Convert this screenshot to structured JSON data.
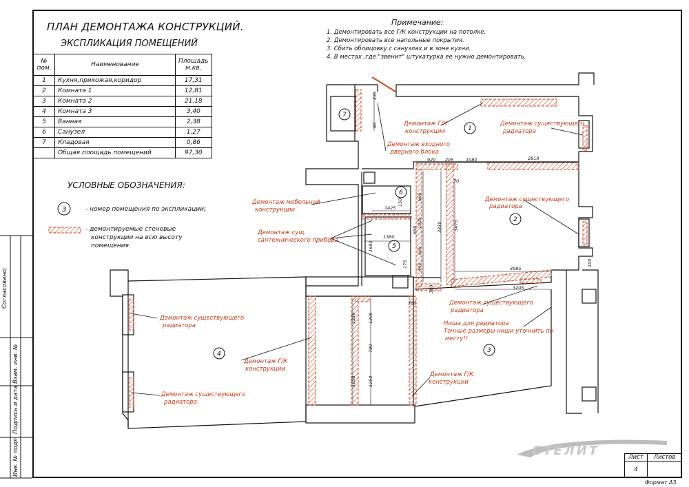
{
  "title": "ПЛАН ДЕМОНТАЖА КОНСТРУКЦИЙ.",
  "explication": {
    "title": "ЭКСПЛИКАЦИЯ ПОМЕЩЕНИЙ",
    "col_no": "№ пом.",
    "col_name": "Наименование",
    "col_area": "Площадь м.кв.",
    "rows": [
      {
        "no": "1",
        "name": "Кухня,прихожая,коридор",
        "area": "17,31"
      },
      {
        "no": "2",
        "name": "Комната 1",
        "area": "12,81"
      },
      {
        "no": "3",
        "name": "Комната 2",
        "area": "21,18"
      },
      {
        "no": "4",
        "name": "Комната 3",
        "area": "3,40"
      },
      {
        "no": "5",
        "name": "Ванная",
        "area": "2,38"
      },
      {
        "no": "6",
        "name": "Санузел",
        "area": "1,27"
      },
      {
        "no": "7",
        "name": "Кладовая",
        "area": "0,86"
      }
    ],
    "total_label": "Общая площадь помещений",
    "total_value": "97,30"
  },
  "legend": {
    "title": "УСЛОВНЫЕ ОБОЗНАЧЕНИЯ:",
    "room_symbol": "3",
    "room_text": "- номер помещения по экспликации;",
    "wall_text_1": "- демонтируемые  стеновые",
    "wall_text_2": "конструкции на всю высоту",
    "wall_text_3": "помещения."
  },
  "notes": {
    "title": "Примечание:",
    "items": [
      "1. Демонтировать все Г/К конструкции на потолке.",
      "2. Демонтировать все напольные покрытия.",
      "3. Сбить облицовку с санузлах и в зоне кухни.",
      "4. В местах ,где \"звенит\" штукатурка ее нужно демонтировать."
    ]
  },
  "plan": {
    "rooms": [
      "1",
      "2",
      "3",
      "4",
      "5",
      "6",
      "7"
    ],
    "labels": {
      "gk1": "Демонтаж Г/К",
      "gk2": "конструкции",
      "door1": "Демонтаж входного",
      "door2": "дверного блока",
      "rad1": "Демонтаж существующего",
      "rad2": "радиатора",
      "furn1": "Демонтаж мебельной",
      "furn2": "конструкции",
      "san1": "Демонтаж сущ.",
      "san2": "сантехнического прибора",
      "niche1": "Ниша для радиатора",
      "niche2": "Точные размеры ниши уточнить по",
      "niche3": "месту!!"
    },
    "dims": {
      "d235": "235",
      "d90": "90",
      "d920": "920",
      "d205": "205",
      "d1080": "1080",
      "d2810": "2810",
      "d70": "70",
      "d665a": "665",
      "d150": "150",
      "d1425": "1425",
      "d1035": "1035",
      "d650": "650",
      "d3810": "3810",
      "d3475": "3475",
      "d1380": "1380",
      "d1690": "1690",
      "d665b": "665",
      "d175": "175",
      "d445": "445",
      "d3985": "3985",
      "d100": "100",
      "d3205": "3205",
      "d380": "380",
      "d360": "360",
      "d1210": "1210",
      "d1200": "1200",
      "d780": "780",
      "d1250a": "1250",
      "d1250b": "1250"
    }
  },
  "sidebar": {
    "agreed": "Согласовано:",
    "inv_no": "Взам. инв. №",
    "sign_date": "Подпись и дата",
    "inv_orig": "Инв. № подл."
  },
  "stamp": {
    "sheet_label": "Лист",
    "sheets_label": "Листов",
    "sheet_no": "4",
    "format": "Формат А3"
  },
  "logo": "СТЕЛИТ",
  "colors": {
    "demolition": "#d2461e",
    "lines": "#111111"
  }
}
